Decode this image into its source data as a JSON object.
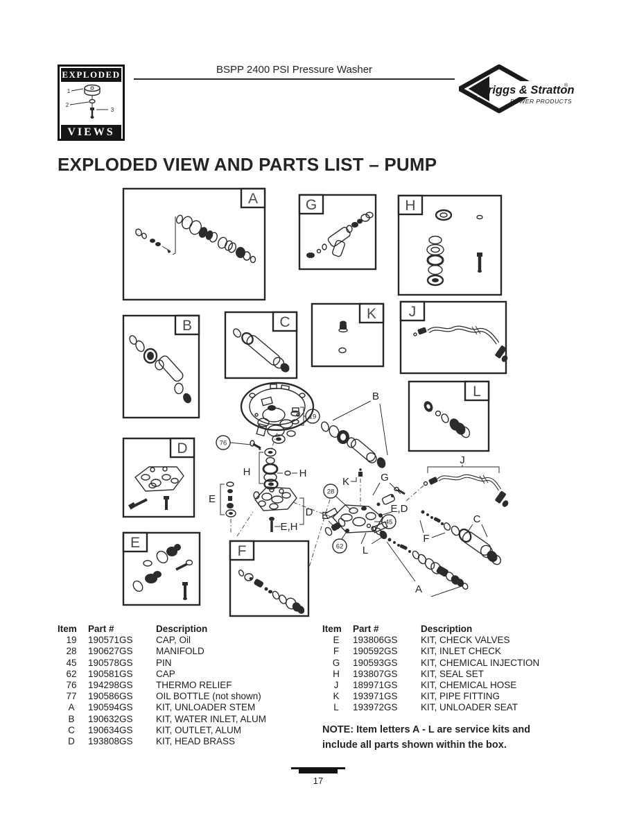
{
  "header": {
    "doc_title": "BSPP 2400 PSI Pressure Washer",
    "exploded_views_logo": {
      "top_word": "EXPLODED",
      "bottom_word": "VIEWS",
      "callouts": [
        "1",
        "2",
        "3"
      ]
    },
    "brand": {
      "name": "Briggs & Stratton",
      "reg": "®",
      "tagline": "POWER PRODUCTS"
    }
  },
  "page_title": "EXPLODED VIEW AND PARTS LIST – PUMP",
  "diagram": {
    "boxes": [
      {
        "label": "A"
      },
      {
        "label": "G"
      },
      {
        "label": "H"
      },
      {
        "label": "B"
      },
      {
        "label": "C"
      },
      {
        "label": "K"
      },
      {
        "label": "J"
      },
      {
        "label": "L"
      },
      {
        "label": "D"
      },
      {
        "label": "E"
      },
      {
        "label": "F"
      }
    ],
    "callouts": [
      "19",
      "76",
      "28",
      "45",
      "62"
    ],
    "labels": [
      "B",
      "H",
      "H",
      "E",
      "D",
      "E,H",
      "K",
      "G",
      "E,D",
      "E",
      "L",
      "F",
      "A",
      "C",
      "J"
    ]
  },
  "parts_list": {
    "columns": {
      "item": "Item",
      "part": "Part #",
      "description": "Description"
    },
    "left_rows": [
      {
        "item": "19",
        "part": "190571GS",
        "desc": "CAP, Oil"
      },
      {
        "item": "28",
        "part": "190627GS",
        "desc": "MANIFOLD"
      },
      {
        "item": "45",
        "part": "190578GS",
        "desc": "PIN"
      },
      {
        "item": "62",
        "part": "190581GS",
        "desc": "CAP"
      },
      {
        "item": "76",
        "part": "194298GS",
        "desc": "THERMO RELIEF"
      },
      {
        "item": "77",
        "part": "190586GS",
        "desc": "OIL BOTTLE (not shown)"
      },
      {
        "item": "A",
        "part": "190594GS",
        "desc": "KIT, UNLOADER STEM"
      },
      {
        "item": "B",
        "part": "190632GS",
        "desc": "KIT, WATER INLET, ALUM"
      },
      {
        "item": "C",
        "part": "190634GS",
        "desc": "KIT, OUTLET, ALUM"
      },
      {
        "item": "D",
        "part": "193808GS",
        "desc": "KIT, HEAD BRASS"
      }
    ],
    "right_rows": [
      {
        "item": "E",
        "part": "193806GS",
        "desc": "KIT, CHECK VALVES"
      },
      {
        "item": "F",
        "part": "190592GS",
        "desc": "KIT, INLET CHECK"
      },
      {
        "item": "G",
        "part": "190593GS",
        "desc": "KIT, CHEMICAL INJECTION"
      },
      {
        "item": "H",
        "part": "193807GS",
        "desc": "KIT, SEAL SET"
      },
      {
        "item": "J",
        "part": "189971GS",
        "desc": "KIT, CHEMICAL HOSE"
      },
      {
        "item": "K",
        "part": "193971GS",
        "desc": "KIT, PIPE FITTING"
      },
      {
        "item": "L",
        "part": "193972GS",
        "desc": "KIT, UNLOADER SEAT"
      }
    ]
  },
  "note": {
    "label": "NOTE:",
    "text": "Item letters A - L are service kits and include all parts shown within the box."
  },
  "footer": {
    "page_number": "17"
  }
}
